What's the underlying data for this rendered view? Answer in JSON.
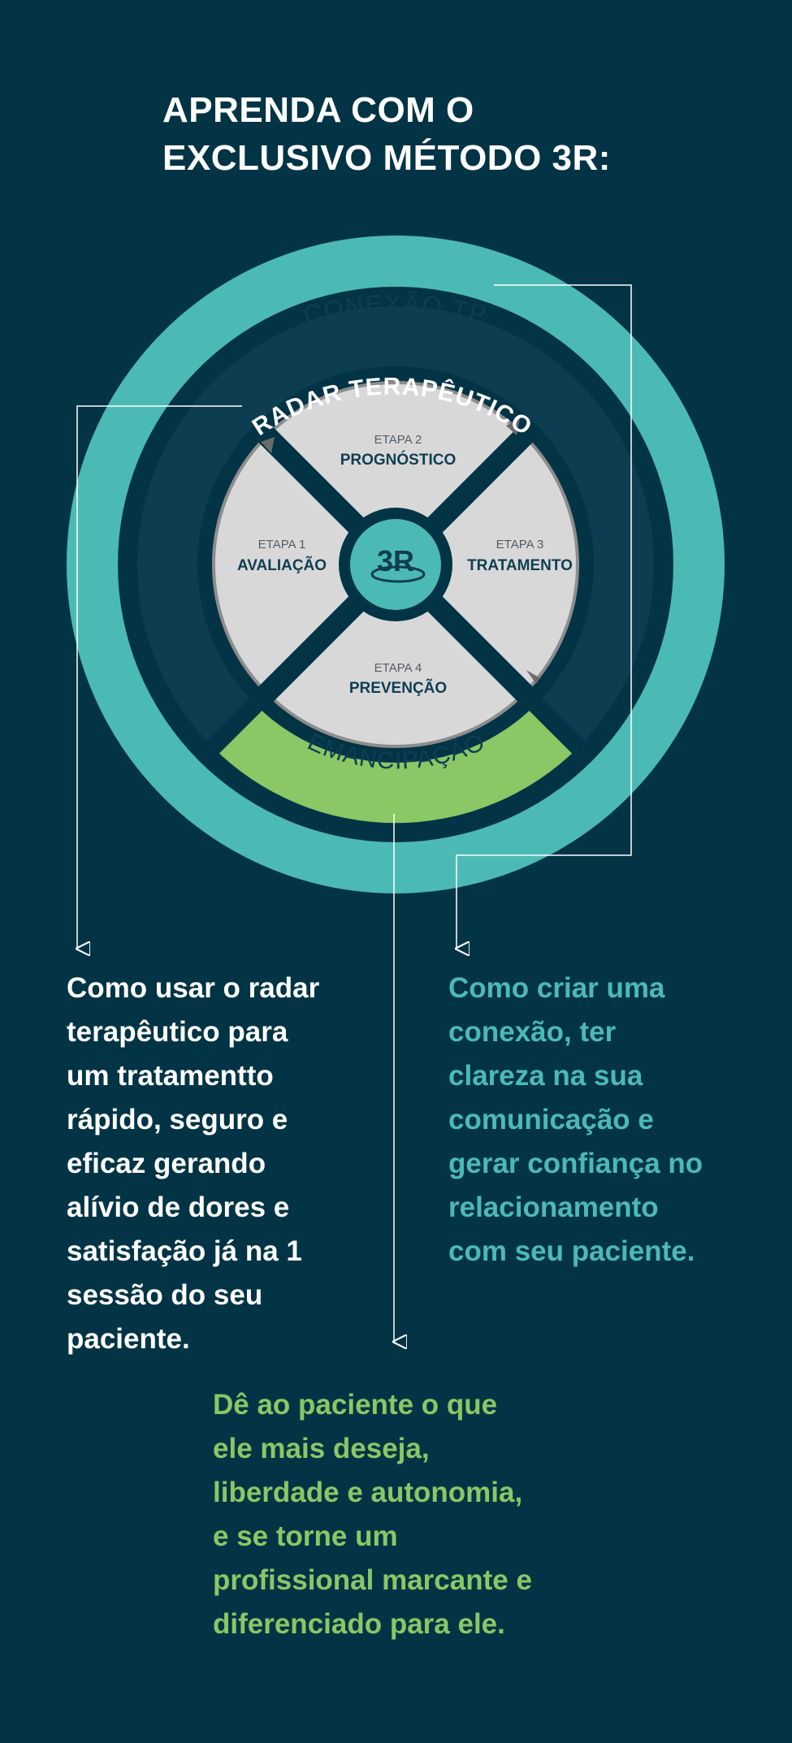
{
  "headline": {
    "line1": "APRENDA COM O",
    "line2": "EXCLUSIVO MÉTODO 3R:"
  },
  "diagram": {
    "center_label": "3R",
    "outer_ring_label": "CONEXÃO TP",
    "middle_ring_label": "RADAR TERAPÊUTICO",
    "bottom_arc_label": "EMANCIPAÇÃO",
    "stages": [
      {
        "step": "ETAPA 2",
        "name": "PROGNÓSTICO"
      },
      {
        "step": "ETAPA 1",
        "name": "AVALIAÇÃO"
      },
      {
        "step": "ETAPA 3",
        "name": "TRATAMENTO"
      },
      {
        "step": "ETAPA 4",
        "name": "PREVENÇÃO"
      }
    ],
    "colors": {
      "background": "#023446",
      "teal": "#4cbab4",
      "green": "#8ac765",
      "light_gray": "#d8d8d9",
      "mid_ring": "#0d3d50",
      "text_dark": "#0f3e52"
    }
  },
  "descriptions": {
    "radar": [
      "Como usar o radar",
      "terapêutico para",
      "um tratamentto",
      "rápido, seguro e",
      "eficaz gerando",
      "alívio de dores e",
      "satisfação já na 1",
      "sessão do seu",
      "paciente."
    ],
    "conexao": [
      "Como criar uma",
      "conexão, ter",
      "clareza na sua",
      "comunicação e",
      "gerar confiança no",
      "relacionamento",
      "com seu paciente."
    ],
    "emancipacao": [
      "Dê ao paciente o que",
      "ele mais deseja,",
      "liberdade e autonomia,",
      "e se torne um",
      "profissional marcante e",
      "diferenciado para ele."
    ]
  }
}
